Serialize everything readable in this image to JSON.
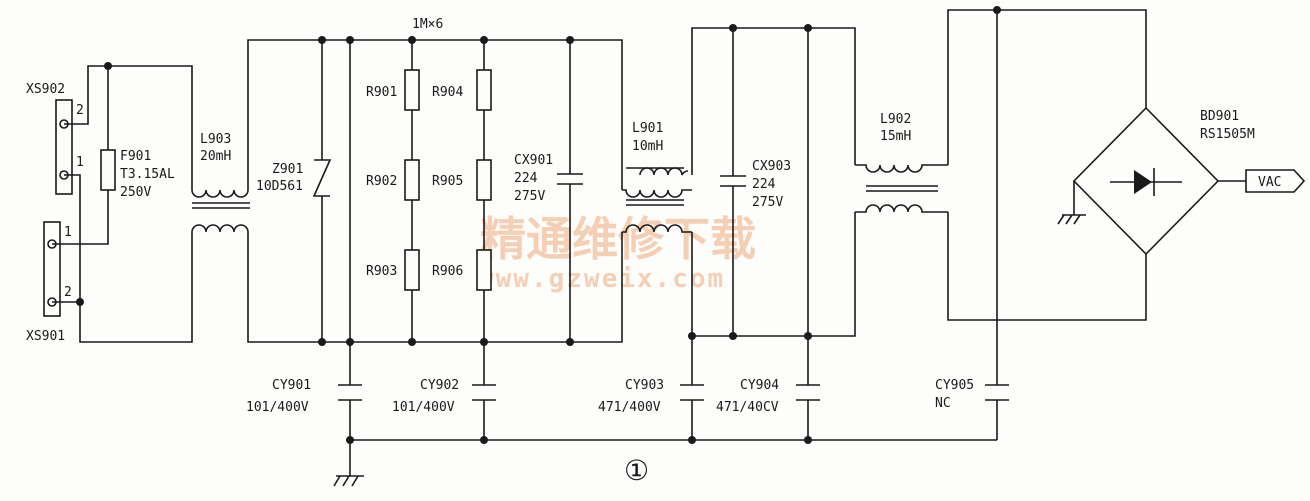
{
  "connectors": {
    "xs902": {
      "name": "XS902",
      "pin_top": "2",
      "pin_bottom": "1"
    },
    "xs901": {
      "name": "XS901",
      "pin_top": "1",
      "pin_bottom": "2"
    }
  },
  "fuse": {
    "ref": "F901",
    "value": "T3.15AL",
    "rating": "250V"
  },
  "l903": {
    "ref": "L903",
    "value": "20mH"
  },
  "z901": {
    "ref": "Z901",
    "value": "10D561"
  },
  "resistor_bank": {
    "label": "1M×6"
  },
  "resistors": [
    "R901",
    "R902",
    "R903",
    "R904",
    "R905",
    "R906"
  ],
  "cx901": {
    "ref": "CX901",
    "value": "224",
    "voltage": "275V"
  },
  "l901": {
    "ref": "L901",
    "value": "10mH"
  },
  "cx903": {
    "ref": "CX903",
    "value": "224",
    "voltage": "275V"
  },
  "l902": {
    "ref": "L902",
    "value": "15mH"
  },
  "bd901": {
    "ref": "BD901",
    "part": "RS1505M"
  },
  "output": {
    "label": "VAC"
  },
  "cy901": {
    "ref": "CY901",
    "value": "101/400V"
  },
  "cy902": {
    "ref": "CY902",
    "value": "101/400V"
  },
  "cy903": {
    "ref": "CY903",
    "value": "471/400V"
  },
  "cy904": {
    "ref": "CY904",
    "value": "471/40CV"
  },
  "cy905": {
    "ref": "CY905",
    "value": "NC"
  },
  "section_marker": "①",
  "watermark": {
    "line1": "精通维修下载",
    "line2": "www.gzweix.com"
  }
}
